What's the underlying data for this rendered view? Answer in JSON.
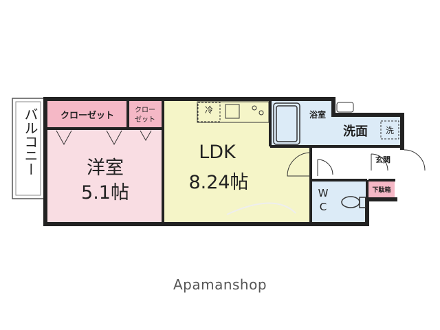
{
  "colors": {
    "wall": "#222222",
    "western_room": "#f9dde3",
    "closet": "#f5b8c6",
    "ldk": "#f5f5c8",
    "wet_area": "#dcebf7",
    "entrance_storage": "#f5b8c6",
    "balcony": "#ffffff"
  },
  "rooms": {
    "balcony": "バルコニー",
    "closet_main": "クローゼット",
    "closet_small": [
      "クロー",
      "ゼット"
    ],
    "western_name": "洋室",
    "western_size": "5.1帖",
    "ldk_name": "LDK",
    "ldk_size": "8.24帖",
    "fridge": "冷",
    "bath": "浴室",
    "washroom": "洗面",
    "washer": "洗",
    "entrance": "玄関",
    "shoe_box": "下駄箱",
    "toilet": [
      "W",
      "C"
    ]
  },
  "watermark": "Apamanshop"
}
